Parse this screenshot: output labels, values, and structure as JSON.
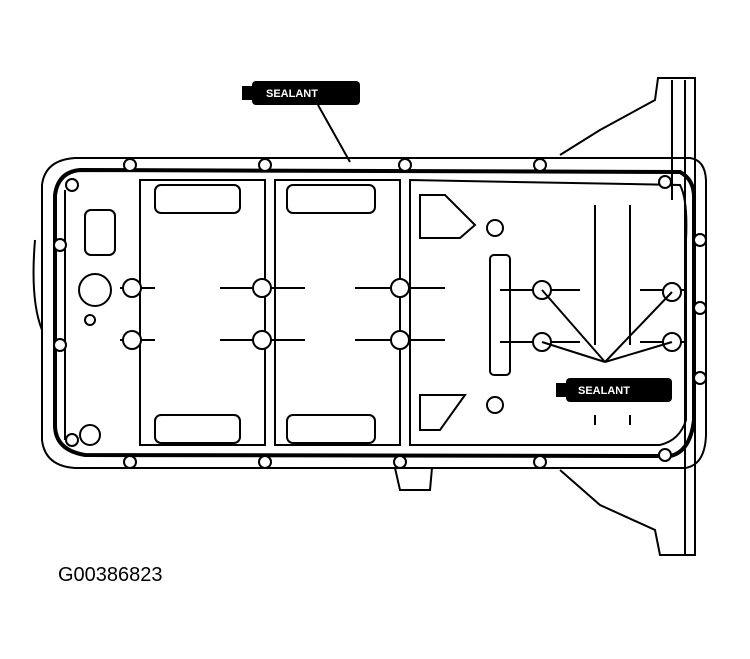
{
  "diagram": {
    "labels": {
      "sealant_top": "SEALANT",
      "sealant_right": "SEALANT"
    },
    "figure_id": "G00386823"
  }
}
